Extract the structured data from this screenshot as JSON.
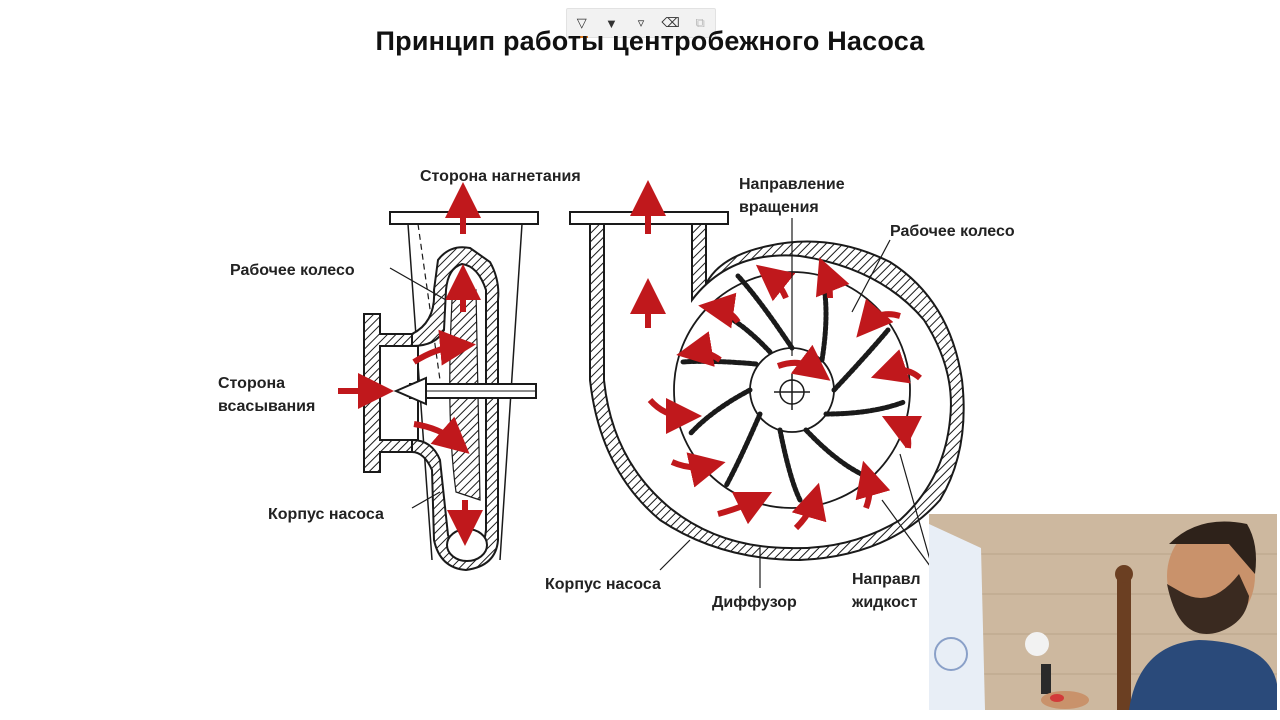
{
  "toolbar": {
    "tools": [
      {
        "icon": "pen-tool-icon",
        "glyph": "▽"
      },
      {
        "icon": "marker-tool-icon",
        "glyph": "▼"
      },
      {
        "icon": "highlighter-tool-icon",
        "glyph": "▿"
      },
      {
        "icon": "eraser-icon",
        "glyph": "⌫"
      },
      {
        "icon": "select-tool-icon",
        "glyph": "⧉"
      }
    ],
    "active_index": 0
  },
  "slide": {
    "title": "Принцип работы центробежного Насоса"
  },
  "diagram": {
    "labels": {
      "discharge_side": "Сторона нагнетания",
      "impeller_left": "Рабочее колесо",
      "suction_side_line1": "Сторона",
      "suction_side_line2": "всасывания",
      "casing_left": "Корпус насоса",
      "rotation_line1": "Направление",
      "rotation_line2": "вращения",
      "impeller_right": "Рабочее колесо",
      "casing_right": "Корпус насоса",
      "diffuser": "Диффузор",
      "flow_line1": "Направл",
      "flow_line2": "жидкост"
    },
    "colors": {
      "arrow": "#c0181c",
      "line": "#1a1a1a",
      "hatch": "#1a1a1a"
    }
  },
  "webcam": {
    "description_icon": "presenter-video-icon"
  }
}
